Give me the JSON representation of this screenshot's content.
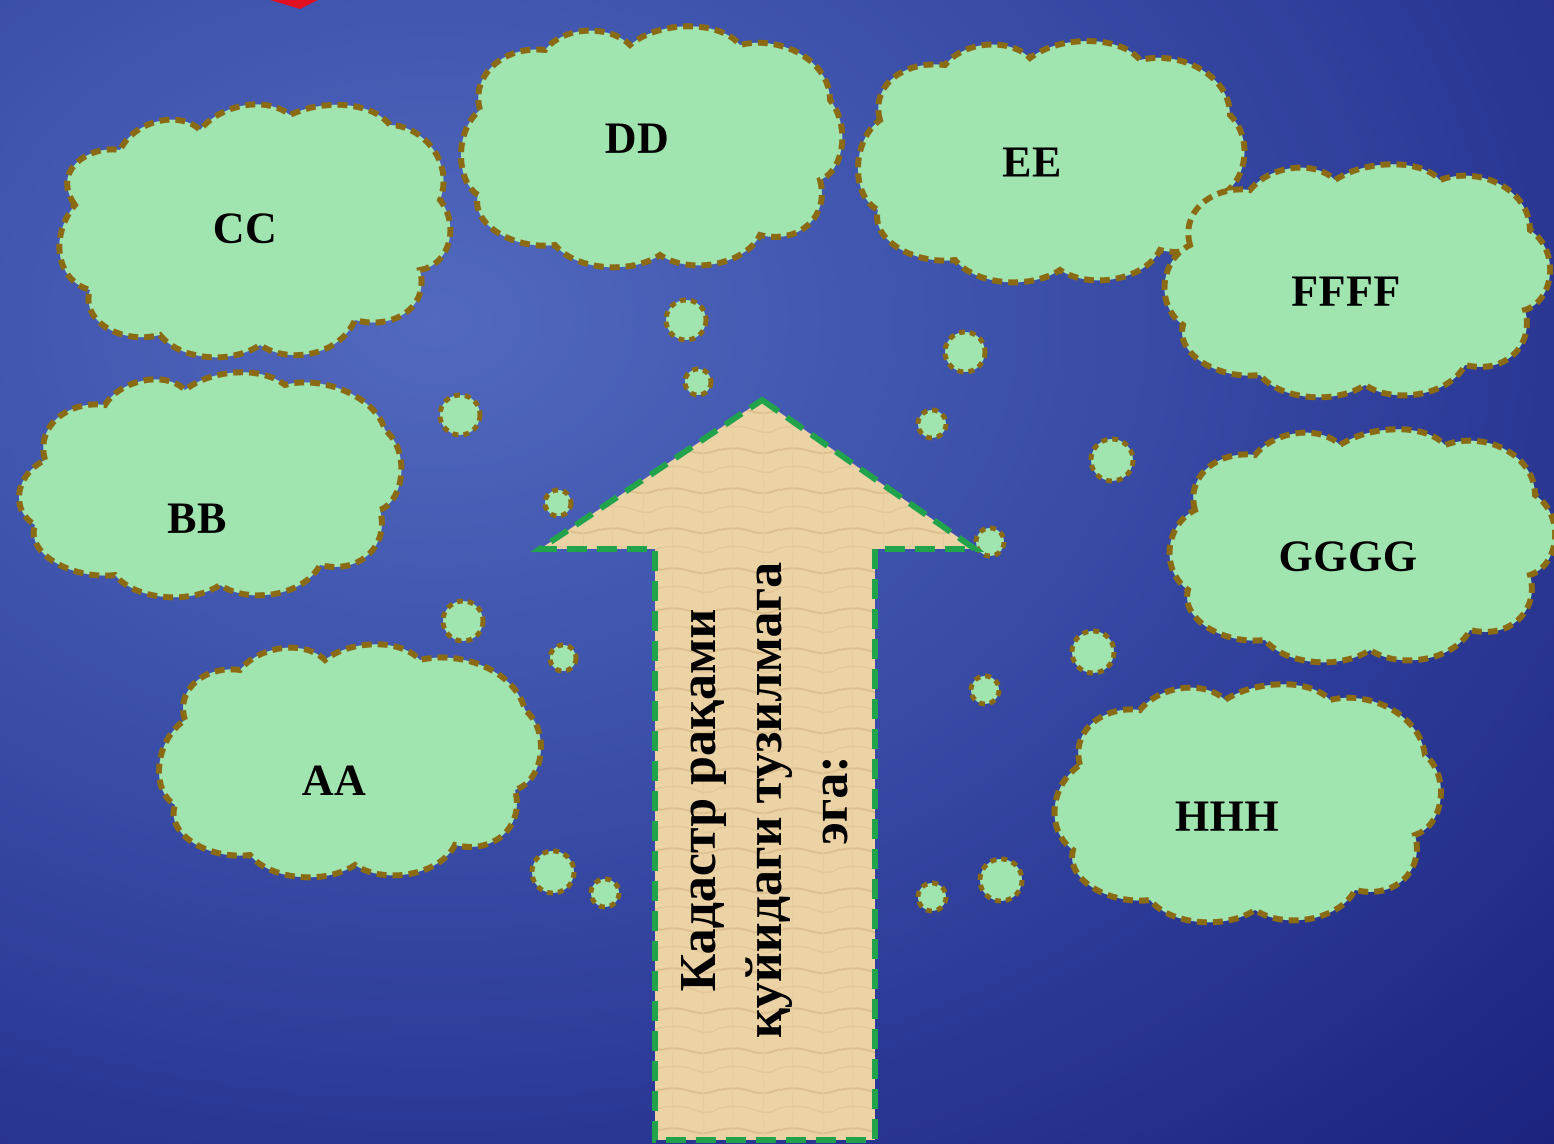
{
  "slide": {
    "center_arrow_text": "Кадастр рақами қуйидаги тузилмага эга:",
    "clouds": [
      "AA",
      "BB",
      "CC",
      "DD",
      "EE",
      "FFFF",
      "GGGG",
      "HHH"
    ]
  },
  "colors": {
    "background": "#2d3c98",
    "cloud_fill": "#a0e4b0",
    "cloud_border": "#8a6a12",
    "arrow_fill": "#ecd3a6",
    "arrow_border": "#21a34b",
    "pointer": "#e01020"
  }
}
